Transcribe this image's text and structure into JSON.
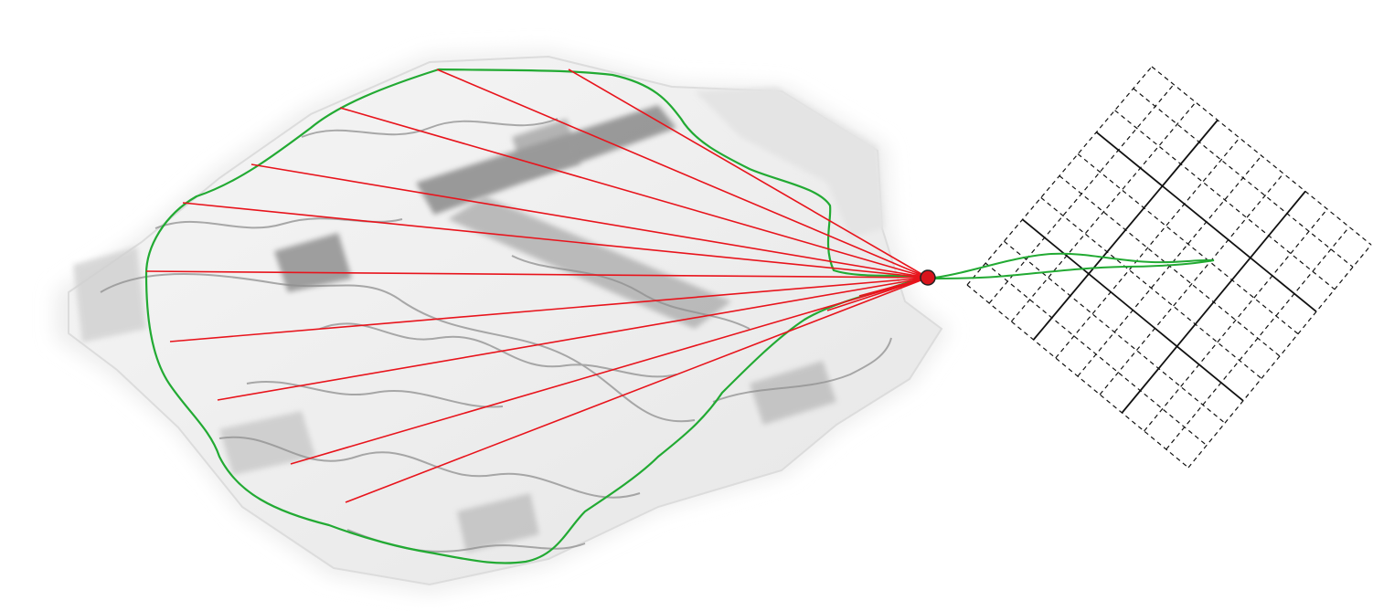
{
  "colors": {
    "background": "#ffffff",
    "map_light": "#efefef",
    "map_mid": "#d4d4d4",
    "map_dark": "#6e6e6e",
    "trajectory": "#22aa33",
    "rays": "#e8141c",
    "origin_marker": "#d9141c",
    "grid_dashed": "#111111",
    "grid_solid": "#111111"
  },
  "icons": {
    "origin": "red-dot-marker"
  },
  "grid": {
    "cells_per_side": 10,
    "major_line_indices": [
      3,
      7
    ]
  },
  "rays": {
    "count": 12
  }
}
